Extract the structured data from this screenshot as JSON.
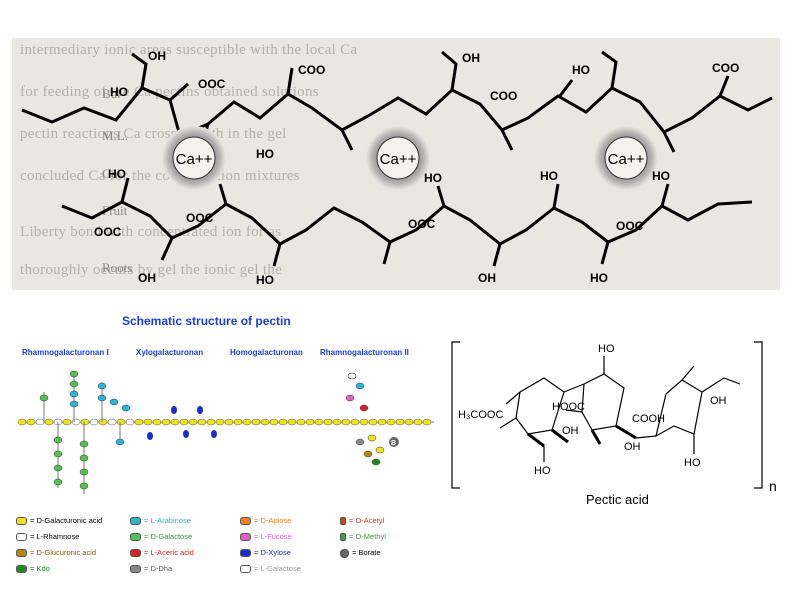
{
  "egg_box": {
    "ions": [
      "Ca++",
      "Ca++",
      "Ca++"
    ],
    "chain_labels": {
      "hydroxyl": "HO",
      "oh": "OH",
      "carboxylate": "OOC",
      "coo": "COO"
    },
    "background_text": [
      "intermediary ionic areas  susceptible  with the local   Ca",
      "for feeding  of the Ca   pectins   obtained   solutions",
      "pectin reactions Ca   crossed   with in the  gel",
      "concluded   Ca   for  the concentration  mixtures",
      "Liberty   bond  with  concentrated  ion for  as",
      "thoroughly  occurs  by  gel  the   ionic  gel  the"
    ],
    "side_tags": [
      "Bul",
      "M.L.",
      "Gel",
      "Fruit",
      "Roots"
    ]
  },
  "schematic": {
    "title": "Schematic structure of pectin",
    "regions": [
      "Rhamnogalacturonan I",
      "Xylogalacturonan",
      "Homogalacturonan",
      "Rhamnogalacturonan II"
    ],
    "borate_symbol": "B",
    "legend": [
      {
        "label": "= D-Galacturonic acid",
        "color": "#f2e21a",
        "text_color": "#000000"
      },
      {
        "label": "= L-Rhamnose",
        "color": "#ffffff",
        "text_color": "#000000"
      },
      {
        "label": "= D-Glucuronic acid",
        "color": "#b8860b",
        "text_color": "#8b5a00"
      },
      {
        "label": "= Kdo",
        "color": "#1e8a1e",
        "text_color": "#1e8a1e"
      },
      {
        "label": "= L-Arabinose",
        "color": "#2ab4d8",
        "text_color": "#2ab4d8"
      },
      {
        "label": "= D-Galactose",
        "color": "#4fc24f",
        "text_color": "#2a9a2a"
      },
      {
        "label": "= L-Aceric acid",
        "color": "#e02020",
        "text_color": "#e02020"
      },
      {
        "label": "= D-Dha",
        "color": "#888888",
        "text_color": "#555555"
      },
      {
        "label": "= D-Apiose",
        "color": "#f08020",
        "text_color": "#f08020"
      },
      {
        "label": "= L-Fucose",
        "color": "#e060c0",
        "text_color": "#e060c0"
      },
      {
        "label": "= D-Xylose",
        "color": "#1a2ecc",
        "text_color": "#1a2ecc"
      },
      {
        "label": "= L-Galactose",
        "color": "#ffffff",
        "text_color": "#999999"
      },
      {
        "label": "= O-Acetyl",
        "color": "#d04010",
        "text_color": "#d04010"
      },
      {
        "label": "= O-Methyl",
        "color": "#40a040",
        "text_color": "#40a040"
      },
      {
        "label": "= Borate",
        "color": "#666666",
        "text_color": "#000000"
      }
    ]
  },
  "pectic_acid": {
    "caption": "Pectic acid",
    "repeat": "n",
    "labels": {
      "methyl_ester": "H₃COOC",
      "acid1": "HOOC",
      "acid2": "COOH",
      "oh": "OH",
      "ho": "HO"
    }
  }
}
